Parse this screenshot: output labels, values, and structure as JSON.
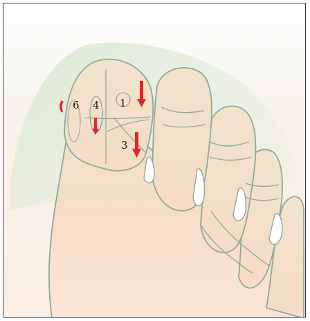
{
  "labels": {
    "area_1": "1",
    "area_3": "3",
    "area_4": "4",
    "area_6": "6"
  },
  "colors": {
    "skin": "#f8dcc8",
    "skin_light": "#fbe8dc",
    "shadow_green": "#dfe8d4",
    "outline": "#8ea89a",
    "arrow": "#e0262b",
    "frame": "#3a3a3a"
  },
  "icons": {
    "arrow_shape": "down-arrow"
  }
}
